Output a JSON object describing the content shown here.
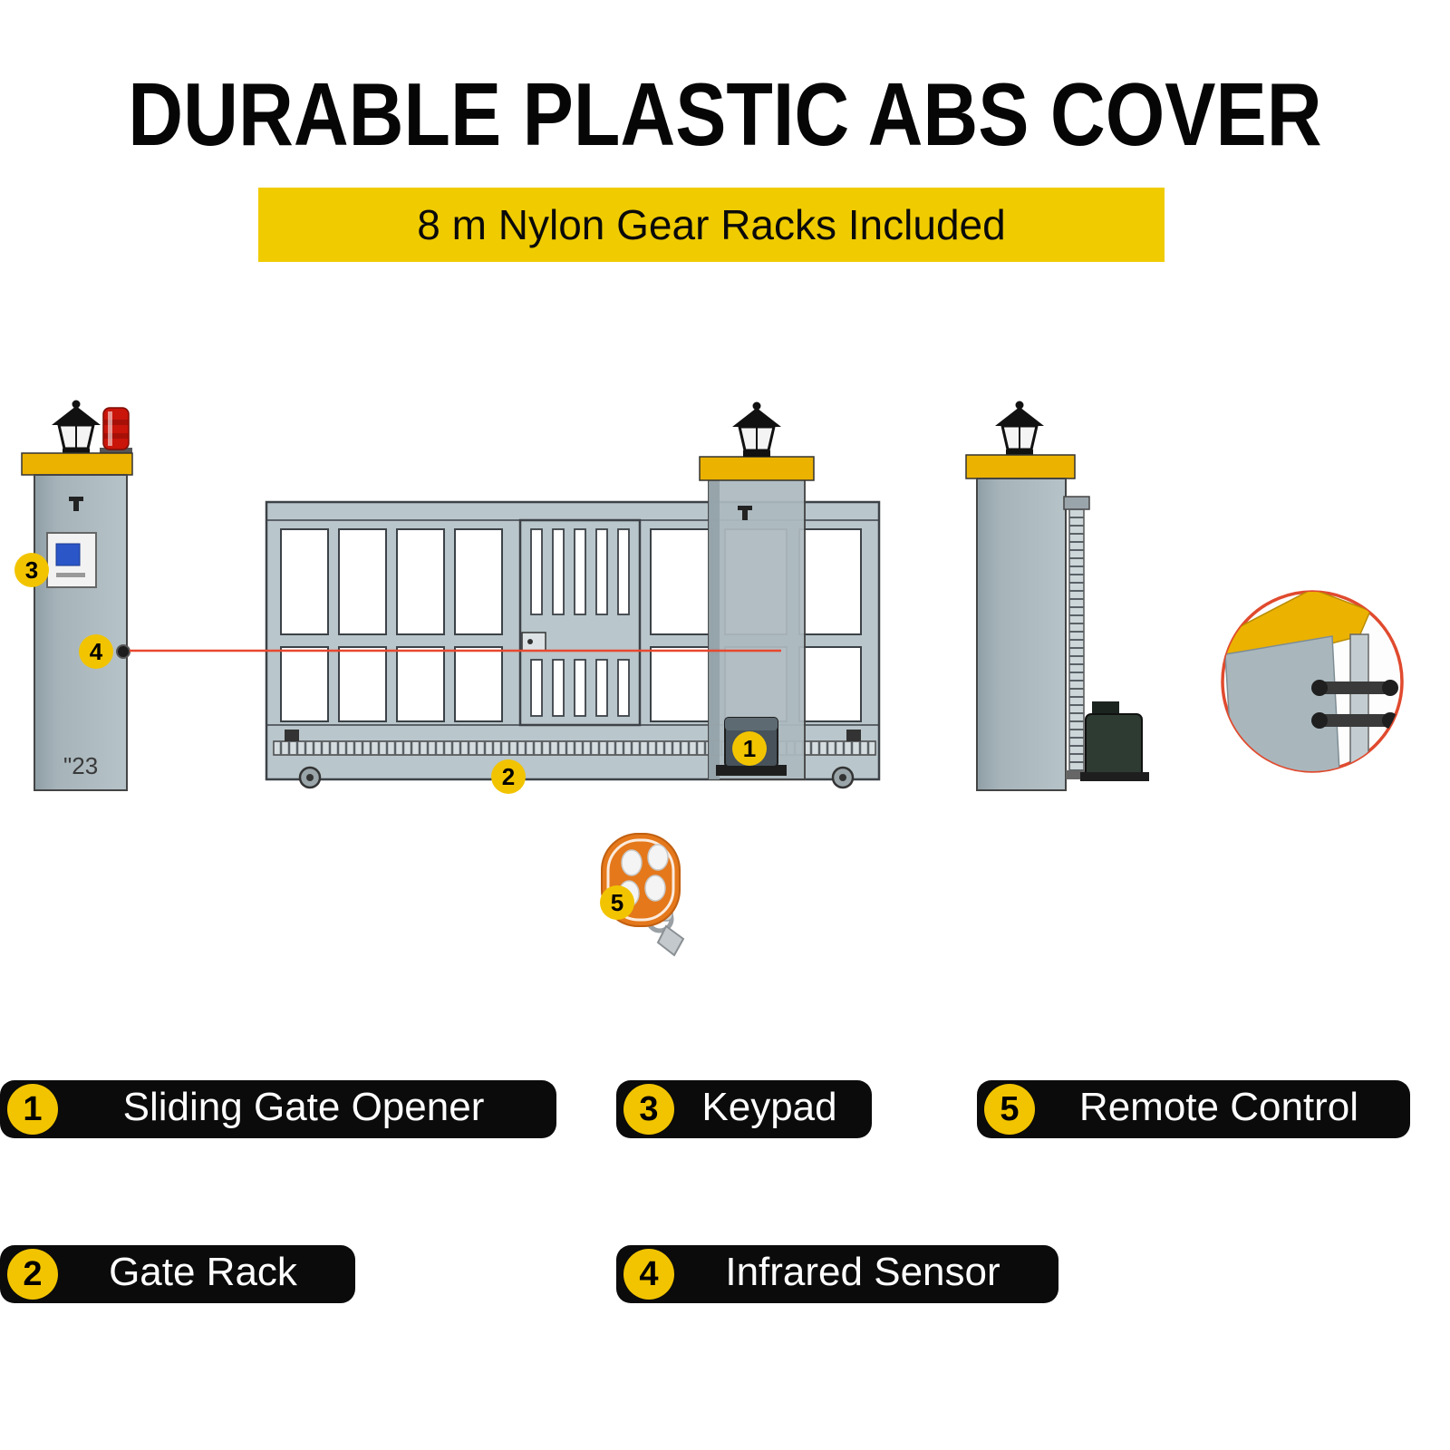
{
  "page": {
    "title": "DURABLE PLASTIC ABS COVER",
    "banner": "8 m Nylon Gear Racks Included"
  },
  "diagram": {
    "pillar_mark": "\"23",
    "callouts": {
      "opener": "1",
      "gate_rack": "2",
      "keypad": "3",
      "infrared": "4",
      "remote": "5"
    }
  },
  "legend": {
    "row1": [
      {
        "num": "1",
        "label": "Sliding Gate Opener"
      },
      {
        "num": "3",
        "label": "Keypad"
      },
      {
        "num": "5",
        "label": "Remote Control"
      }
    ],
    "row2": [
      {
        "num": "2",
        "label": "Gate Rack"
      },
      {
        "num": "4",
        "label": "Infrared Sensor"
      }
    ]
  },
  "colors": {
    "accent_yellow": "#EFCB00",
    "badge_yellow": "#F2C400",
    "cap_yellow": "#ECB200",
    "beacon_red": "#C9150A",
    "beam_red": "#E8482E",
    "inset_ring_red": "#E04A2E",
    "gate_gray": "#B9C6CB",
    "pillar_gray": "#A6B4BA",
    "remote_orange": "#E4781B"
  }
}
